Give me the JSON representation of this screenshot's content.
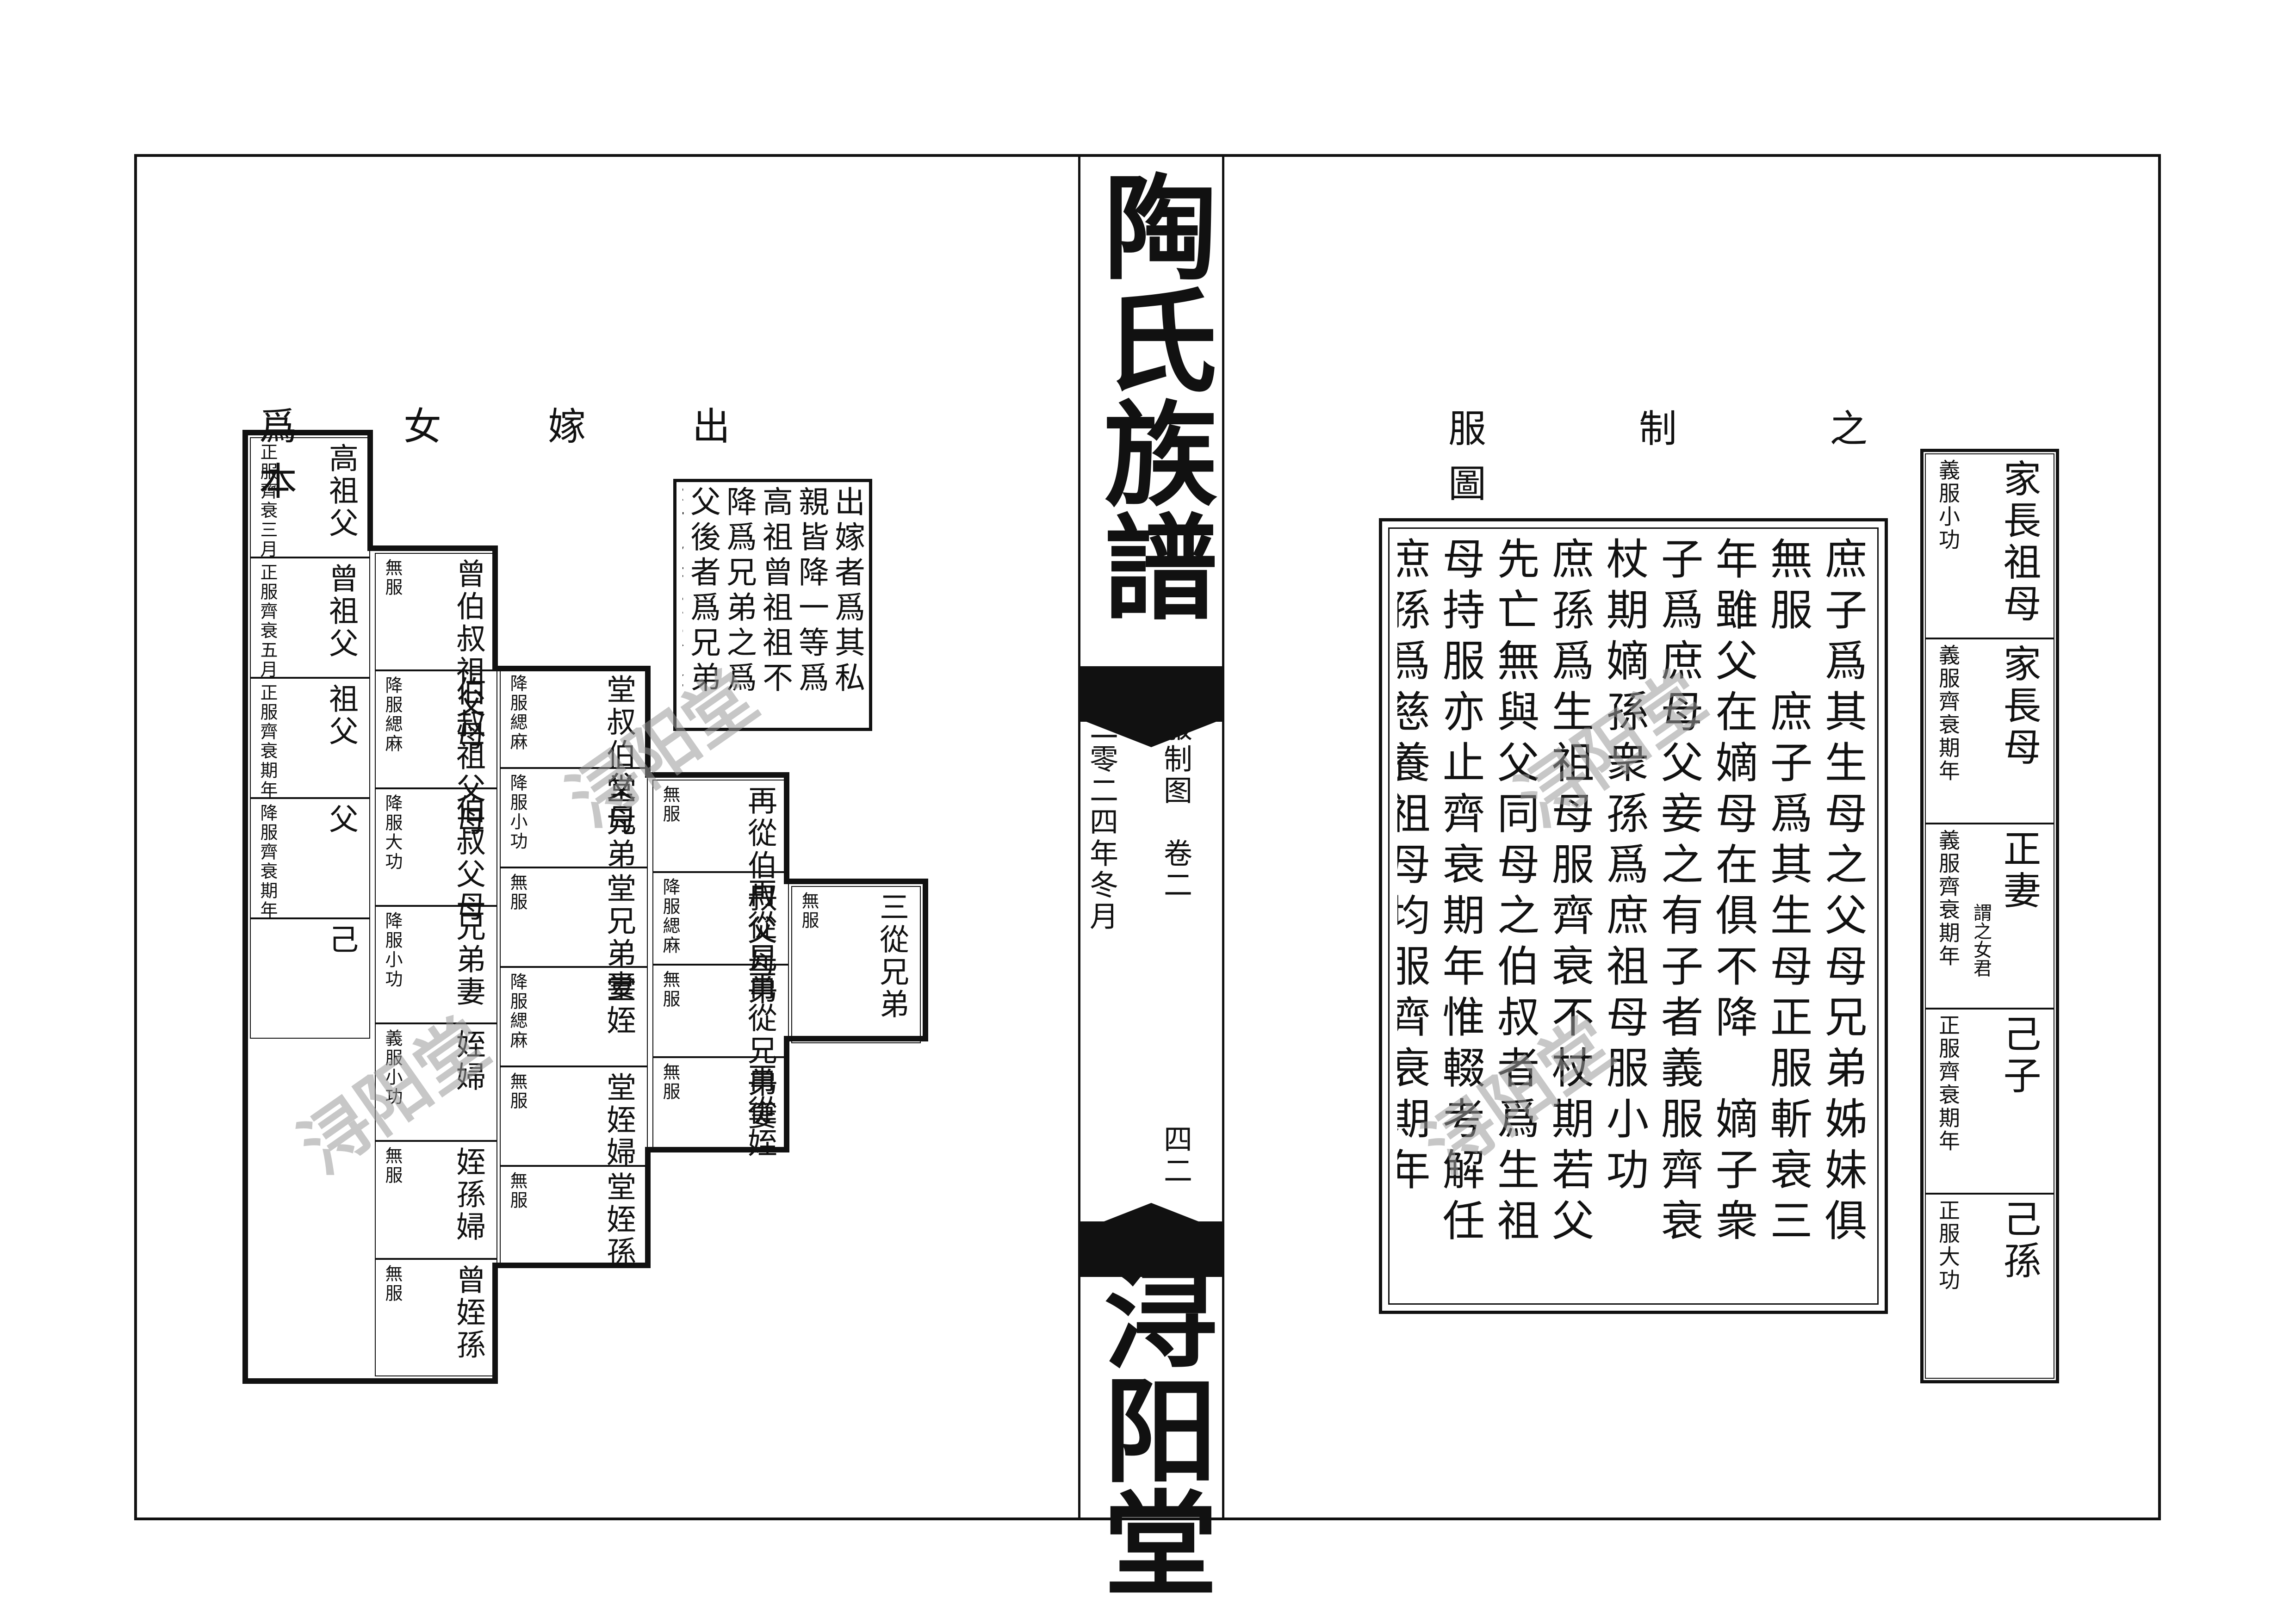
{
  "spine": {
    "title": "陶氏族譜",
    "section": "服制图　卷二",
    "date": "二零二四年冬月",
    "page_no": "四二",
    "hall": "浔阳堂"
  },
  "right_page": {
    "heading": "服制之圖",
    "table": [
      {
        "name": "家長祖母",
        "note": "義服小功"
      },
      {
        "name": "家長母",
        "note": "義服齊衰期年"
      },
      {
        "name": "正妻",
        "sub": "謂之女君",
        "note": "義服齊衰期年"
      },
      {
        "name": "己子",
        "note": "正服齊衰期年"
      },
      {
        "name": "己孫",
        "note": "正服大功"
      }
    ],
    "text": "庶子爲其生母之父母兄弟姊妹俱無服　庶子爲其生母正服斬衰三年雖父在嫡母在俱不降　嫡子衆子爲庶母父妾之有子者義服齊衰杖期嫡孫衆孫爲庶祖母服小功　庶孫爲生祖母服齊衰不杖期若父先亡無與父同母之伯叔者爲生祖母持服亦止齊衰期年惟輟考解任　庶孫爲慈養祖母均服齊衰期年"
  },
  "left_page": {
    "heading": "出嫁女爲本",
    "note": "出嫁者爲其私親皆降一等爲高祖曾祖祖不降爲兄弟之爲父後者爲兄弟姪之妻亦不降",
    "cols": [
      {
        "id": "c1",
        "cells": [
          {
            "name": "高祖父",
            "note": "正服齊衰三月"
          },
          {
            "name": "曾祖父",
            "note": "正服齊衰五月"
          },
          {
            "name": "祖父",
            "note": "正服齊衰期年"
          },
          {
            "name": "父",
            "note": "降服齊衰期年"
          },
          {
            "name": "己",
            "note": ""
          }
        ]
      },
      {
        "id": "c2",
        "cells": [
          {
            "name": "曾伯叔祖父母",
            "note": "無服"
          },
          {
            "name": "伯叔祖父母",
            "note": "降服緦麻"
          },
          {
            "name": "伯叔父母",
            "note": "降服大功"
          },
          {
            "name": "兄弟妻",
            "note": "降服小功"
          },
          {
            "name": "姪婦",
            "note": "義服小功"
          },
          {
            "name": "姪孫婦",
            "note": "無服"
          },
          {
            "name": "曾姪孫",
            "note": "無服"
          }
        ]
      },
      {
        "id": "c3",
        "cells": [
          {
            "name": "堂叔伯父母",
            "note": "降服緦麻"
          },
          {
            "name": "堂兄弟",
            "note": "降服小功"
          },
          {
            "name": "堂兄弟妻",
            "note": "無服"
          },
          {
            "name": "堂姪",
            "note": "降服緦麻"
          },
          {
            "name": "堂姪婦",
            "note": "無服"
          },
          {
            "name": "堂姪孫",
            "note": "無服"
          }
        ]
      },
      {
        "id": "c4",
        "cells": [
          {
            "name": "再從伯叔父母",
            "note": "無服"
          },
          {
            "name": "再從兄弟",
            "note": "降服緦麻"
          },
          {
            "name": "再從兄弟妻",
            "note": "無服"
          },
          {
            "name": "再從姪",
            "note": "無服"
          }
        ]
      },
      {
        "id": "c5",
        "cells": [
          {
            "name": "三從兄弟",
            "note": "無服"
          }
        ]
      }
    ]
  },
  "watermark": "浔阳堂"
}
